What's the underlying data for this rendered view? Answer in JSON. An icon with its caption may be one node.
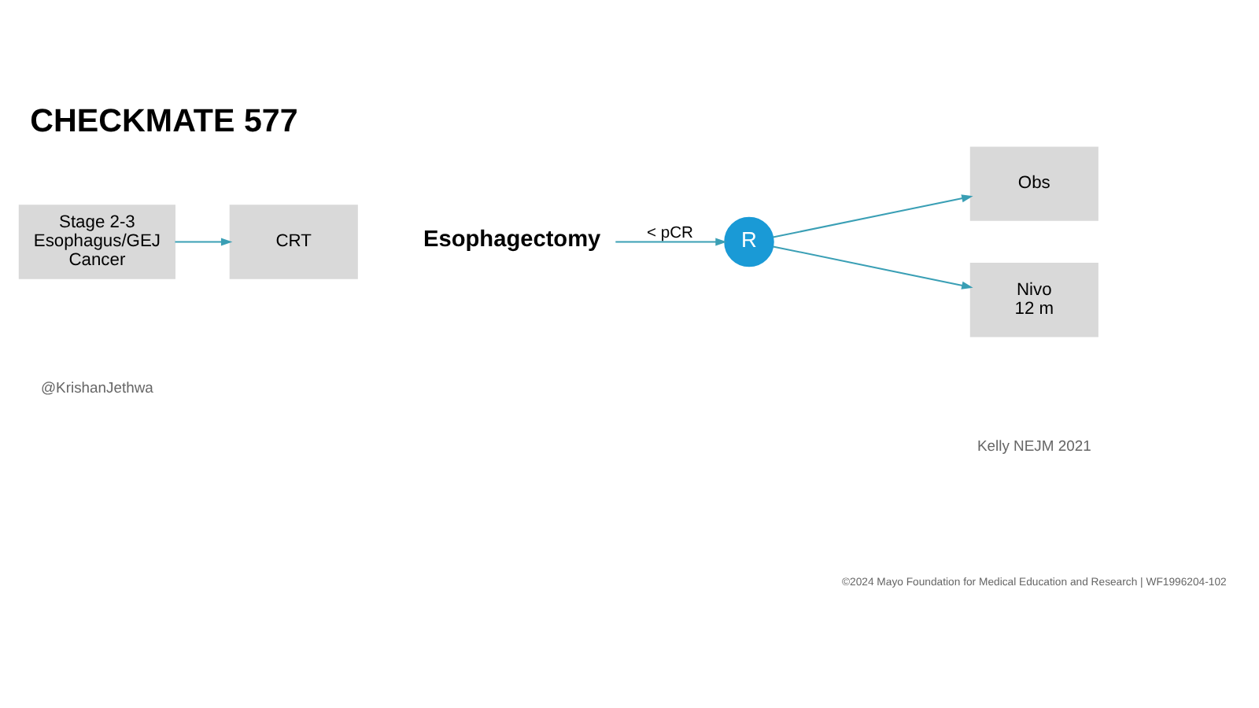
{
  "diagram": {
    "title": "CHECKMATE 577",
    "nodes": [
      {
        "text": [
          "Stage 2-3 Esophagus/GEJ Cancer"
        ]
      },
      {
        "text": [
          "CRT"
        ]
      },
      {
        "text": [
          "Esophagectomy"
        ]
      },
      {
        "text": [
          "R"
        ]
      },
      {
        "text": [
          "Obs"
        ]
      },
      {
        "text": [
          "Nivo 12 m"
        ]
      }
    ],
    "edges": [
      {
        "from": 0,
        "to": 1,
        "arrow": "to"
      },
      {
        "from": 2,
        "to": 3,
        "arrow": "to",
        "label": "< pCR"
      },
      {
        "from": 3,
        "to": 4,
        "arrow": "to"
      },
      {
        "from": 3,
        "to": 5,
        "arrow": "to"
      }
    ],
    "labels": [
      "@KrishanJethwa",
      "Kelly NEJM 2021",
      "©2024 Mayo Foundation for Medical Education and Research | WF1996204-102"
    ]
  }
}
